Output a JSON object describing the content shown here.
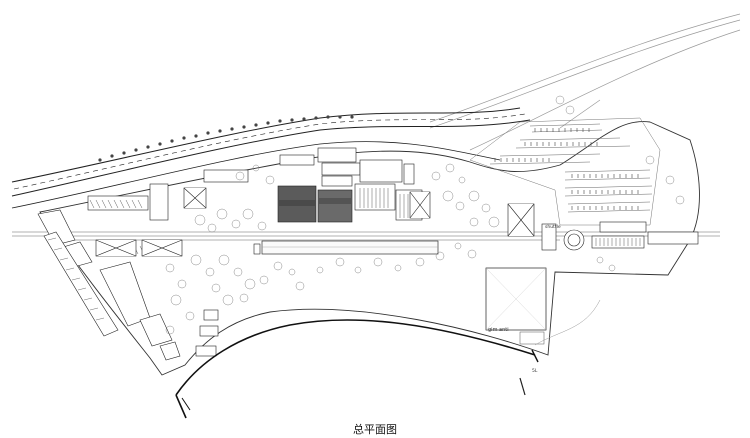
{
  "caption": "总平面图",
  "labels": {
    "gim_anti": "gim anti",
    "shuttle": "shuttle",
    "sm_label": "5L"
  }
}
